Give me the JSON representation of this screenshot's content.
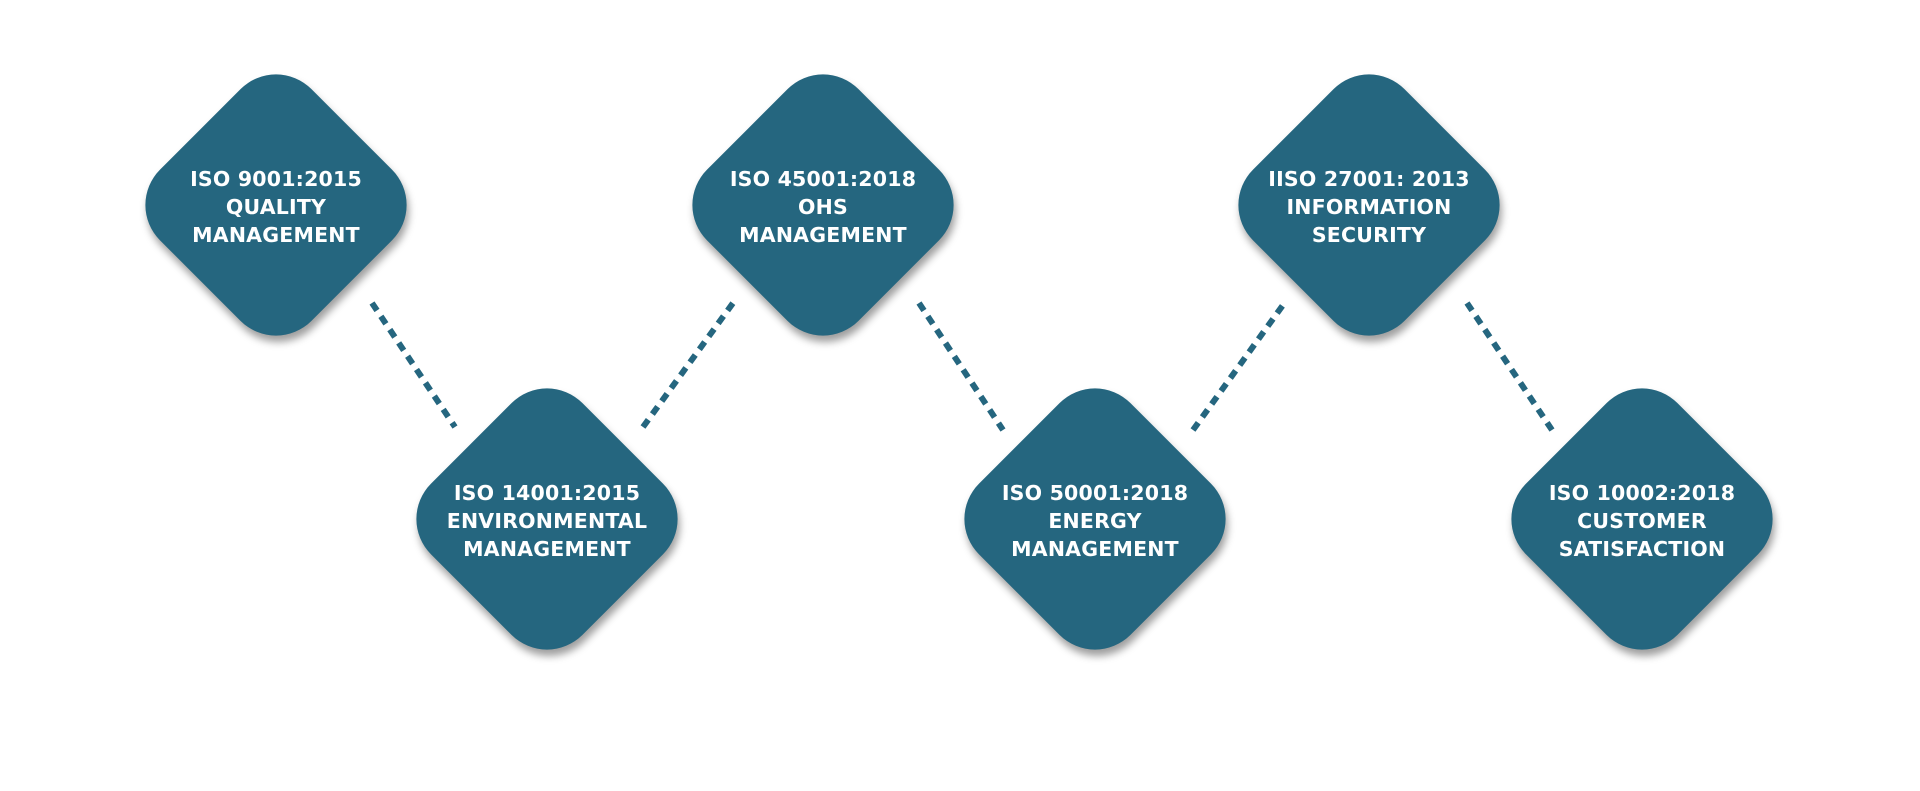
{
  "diagram": {
    "accent_color": "#25667f",
    "nodes": [
      {
        "id": "iso-9001",
        "line1": "ISO 9001:2015",
        "line2": "QUALITY",
        "line3": "MANAGEMENT"
      },
      {
        "id": "iso-14001",
        "line1": "ISO 14001:2015",
        "line2": "ENVIRONMENTAL",
        "line3": "MANAGEMENT"
      },
      {
        "id": "iso-45001",
        "line1": "ISO 45001:2018",
        "line2": "OHS",
        "line3": "MANAGEMENT"
      },
      {
        "id": "iso-50001",
        "line1": "ISO 50001:2018",
        "line2": "ENERGY",
        "line3": "MANAGEMENT"
      },
      {
        "id": "iso-27001",
        "line1": "IISO 27001: 2013",
        "line2": "INFORMATION",
        "line3": "SECURITY"
      },
      {
        "id": "iso-10002",
        "line1": "ISO 10002:2018",
        "line2": "CUSTOMER",
        "line3": "SATISFACTION"
      }
    ],
    "connections": [
      {
        "from": "iso-9001",
        "to": "iso-14001"
      },
      {
        "from": "iso-14001",
        "to": "iso-45001"
      },
      {
        "from": "iso-45001",
        "to": "iso-50001"
      },
      {
        "from": "iso-50001",
        "to": "iso-27001"
      },
      {
        "from": "iso-27001",
        "to": "iso-10002"
      }
    ]
  }
}
